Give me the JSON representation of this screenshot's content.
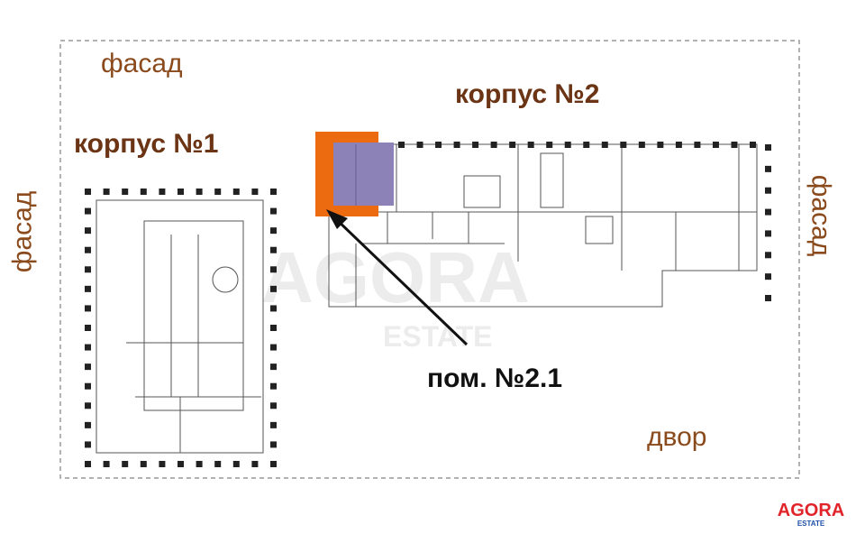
{
  "labels": {
    "facade_top": "фасад",
    "facade_left": "фасад",
    "facade_right": "фасад",
    "building1": "корпус №1",
    "building2": "корпус №2",
    "premises": "пом. №2.1",
    "courtyard": "двор"
  },
  "watermark": {
    "main": "AGORA",
    "sub": "ESTATE"
  },
  "logo": {
    "main": "AGORA",
    "sub": "ESTATE"
  },
  "colors": {
    "highlight_orange": "#ec6a10",
    "highlight_purple": "#8c82b8",
    "label_brown": "#8a4a1c",
    "logo_red": "#e0242a",
    "logo_blue": "#1f4fa8"
  }
}
